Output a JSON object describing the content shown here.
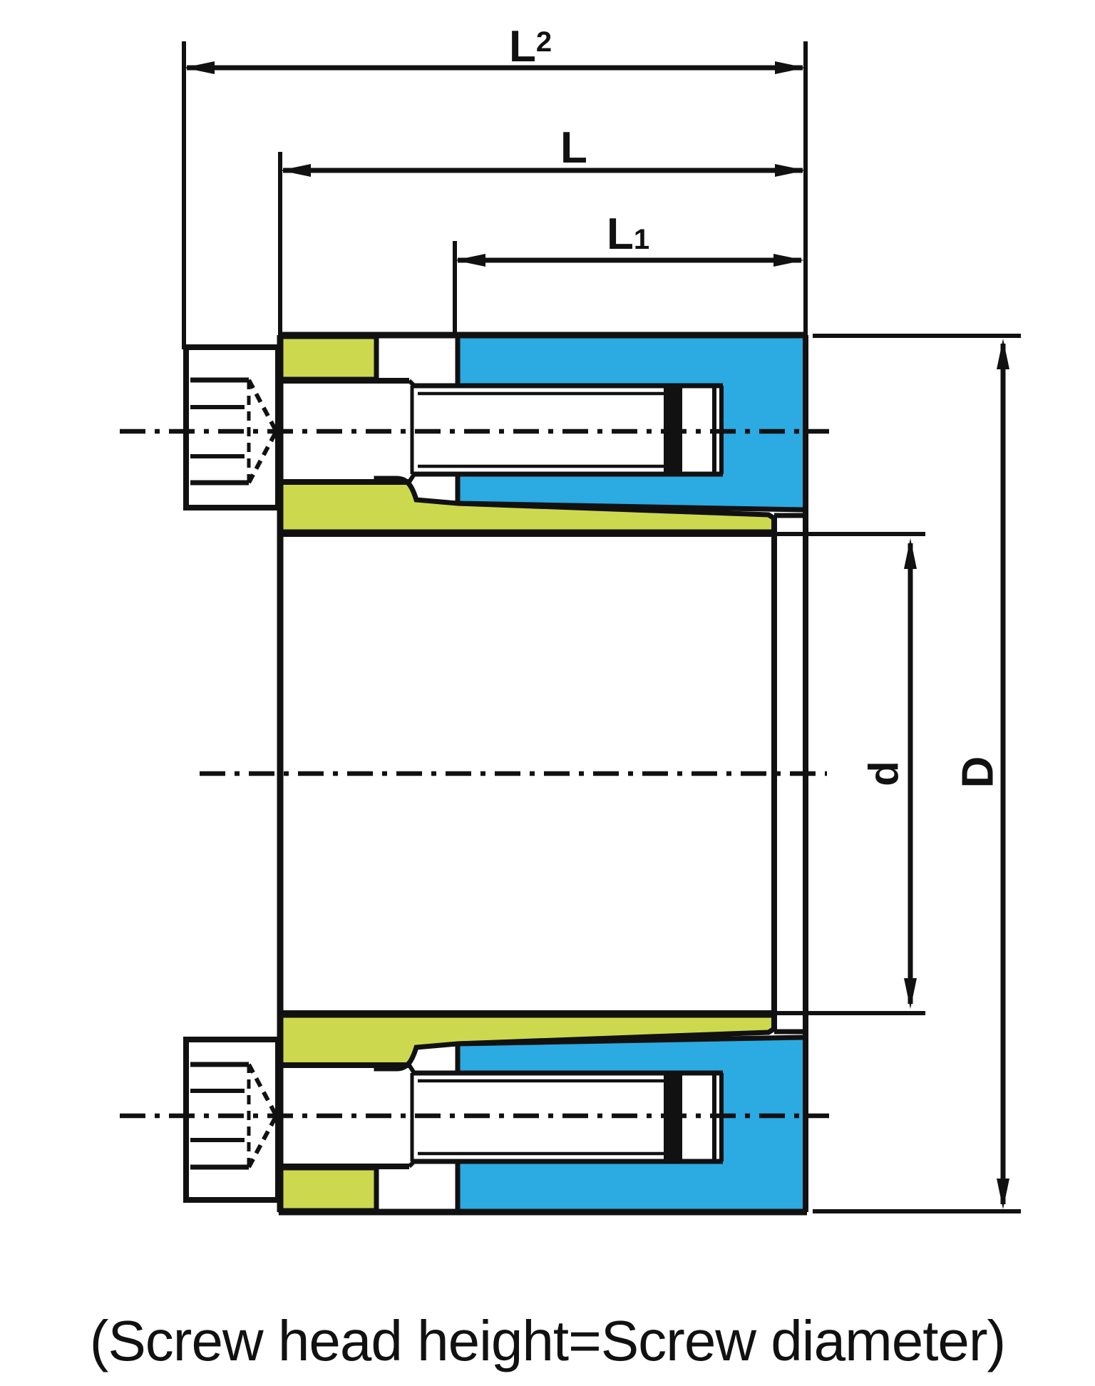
{
  "drawing": {
    "dimensions": {
      "l2": {
        "main": "L",
        "sub": "2"
      },
      "l": {
        "main": "L"
      },
      "l1": {
        "main": "L",
        "sub": "1"
      },
      "bore": {
        "label": "d"
      },
      "outer": {
        "label": "D"
      }
    },
    "caption": "(Screw head height=Screw diameter)",
    "colors": {
      "outer_ring": "#2CAAE2",
      "inner_ring": "#CCD94E",
      "line": "#111111",
      "background": "#FFFFFF"
    }
  }
}
